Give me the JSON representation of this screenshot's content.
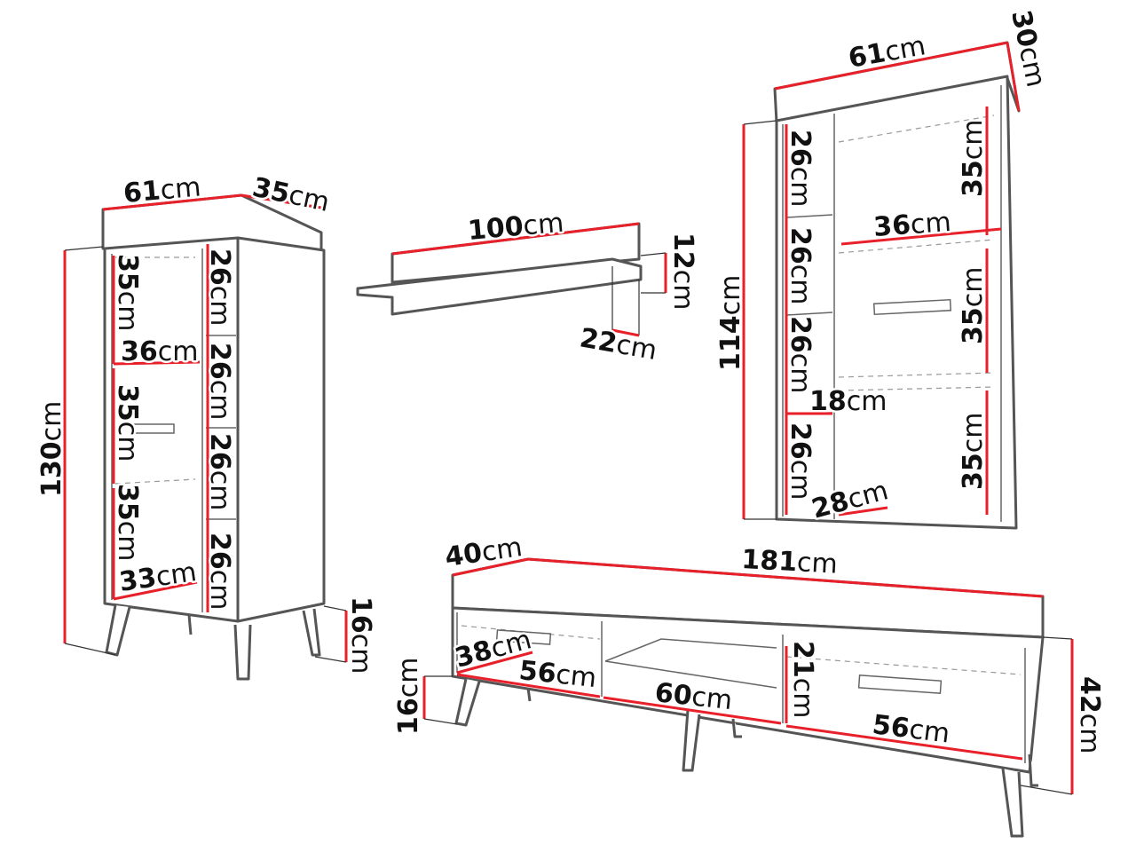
{
  "unit": "cm",
  "colors": {
    "dimension_line": "#e8202a",
    "outline": "#555555"
  },
  "tall_cabinet": {
    "width": "61",
    "depth": "35",
    "height": "130",
    "leg_height": "16",
    "glass_sections": [
      "35",
      "35",
      "35"
    ],
    "inner_width": "36",
    "inner_depth": "33",
    "side_shelves": [
      "26",
      "26",
      "26",
      "26"
    ]
  },
  "wall_shelf": {
    "width": "100",
    "height": "12",
    "depth": "22"
  },
  "wall_cabinet": {
    "width": "61",
    "depth": "30",
    "height": "114",
    "side_shelves": [
      "26",
      "26",
      "26",
      "26"
    ],
    "glass_sections": [
      "35",
      "35",
      "35"
    ],
    "inner_width": "36",
    "side_width": "18",
    "inner_depth": "28"
  },
  "tv_unit": {
    "depth": "40",
    "width": "181",
    "height": "42",
    "leg_height": "16",
    "drawer_depth": "38",
    "left_drawer_width": "56",
    "middle_width": "60",
    "middle_height": "21",
    "right_drawer_width": "56"
  }
}
